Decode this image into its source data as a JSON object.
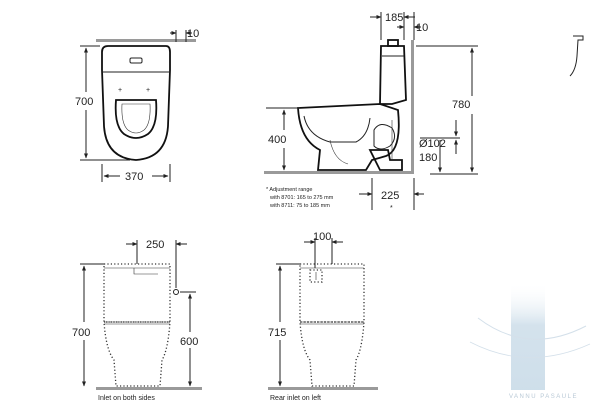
{
  "top_left_view": {
    "width": "370",
    "height": "700",
    "wall": "10"
  },
  "side_view": {
    "top_a": "185",
    "top_b": "10",
    "total_height": "780",
    "seat_height": "400",
    "pipe_diameter": "Ø102",
    "pipe_height": "180",
    "depth": "225",
    "note_title": "* Adjustment range",
    "note_line1": "with 8701: 165 to 275 mm",
    "note_line2": "with 8711:   75 to 185 mm",
    "asterisk": "*"
  },
  "front_left": {
    "width": "250",
    "height": "700",
    "inlet_height": "600",
    "caption": "Inlet on both sides"
  },
  "front_right": {
    "width": "100",
    "height": "715",
    "caption": "Rear inlet on left"
  },
  "watermark": "VANNU PASAULE",
  "colors": {
    "line": "#222222",
    "wall": "#9a9a9a",
    "watermark": "#c9dbe8"
  }
}
